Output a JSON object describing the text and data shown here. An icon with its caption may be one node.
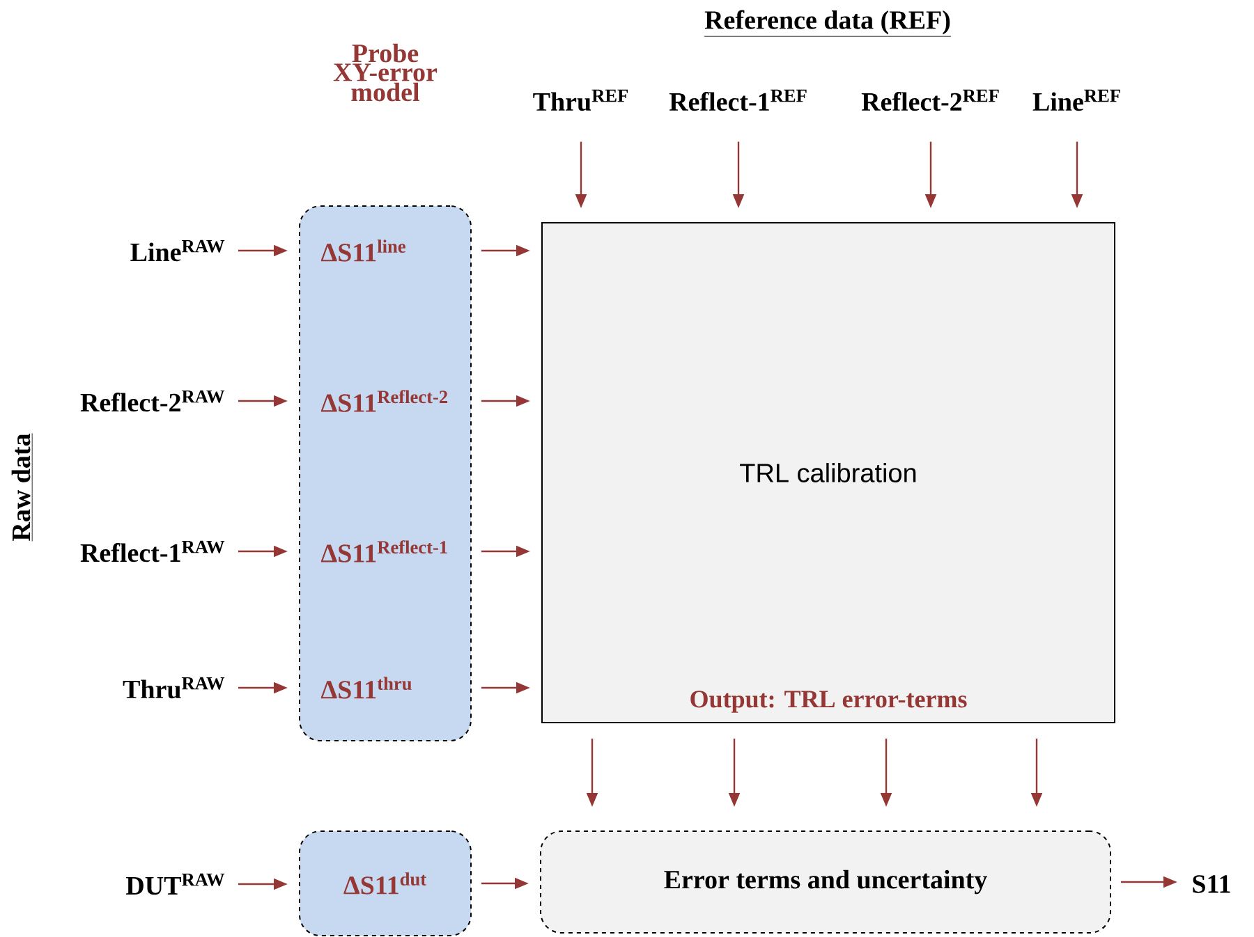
{
  "diagram": {
    "nodes": [
      {
        "text": [
          "Probe XY-error model"
        ]
      },
      {
        "text": [
          "ΔS11$^{dut}$"
        ]
      },
      {
        "text": [
          "Line$^{RAW}$"
        ]
      },
      {
        "text": [
          "Reflect-2$^{RAW}$"
        ]
      },
      {
        "text": [
          "Reflect-1$^{RAW}$"
        ]
      },
      {
        "text": [
          "Thru$^{RAW}$"
        ]
      },
      {
        "text": [
          "DUT$^{RAW}$"
        ]
      },
      {
        "text": [
          "Thru$^{REF}$"
        ]
      },
      {
        "text": [
          "Reflect-1$^{REF}$"
        ]
      },
      {
        "text": [
          "Reflect-2$^{REF}$"
        ]
      },
      {
        "text": [
          "Line$^{REF}$"
        ]
      },
      {
        "text": [
          "TRL calibration",
          "Output: TRL error-terms"
        ]
      },
      {
        "text": [
          "Error terms and uncertainty"
        ]
      },
      {
        "text": [
          "S11"
        ]
      }
    ],
    "edges": [
      {
        "from": 2,
        "to": 0,
        "arrow": "to"
      },
      {
        "from": 3,
        "to": 0,
        "arrow": "to"
      },
      {
        "from": 4,
        "to": 0,
        "arrow": "to"
      },
      {
        "from": 5,
        "to": 0,
        "arrow": "to"
      },
      {
        "from": 6,
        "to": 1,
        "arrow": "to"
      },
      {
        "from": 0,
        "to": 11,
        "arrow": "to"
      },
      {
        "from": 0,
        "to": 11,
        "arrow": "to"
      },
      {
        "from": 0,
        "to": 11,
        "arrow": "to"
      },
      {
        "from": 0,
        "to": 11,
        "arrow": "to"
      },
      {
        "from": 1,
        "to": 12,
        "arrow": "to"
      },
      {
        "from": 7,
        "to": 11,
        "arrow": "to"
      },
      {
        "from": 8,
        "to": 11,
        "arrow": "to"
      },
      {
        "from": 9,
        "to": 11,
        "arrow": "to"
      },
      {
        "from": 10,
        "to": 11,
        "arrow": "to"
      },
      {
        "from": 11,
        "to": 12,
        "arrow": "to"
      },
      {
        "from": 11,
        "to": 12,
        "arrow": "to"
      },
      {
        "from": 11,
        "to": 12,
        "arrow": "to"
      },
      {
        "from": 11,
        "to": 12,
        "arrow": "to"
      },
      {
        "from": 12,
        "to": 13,
        "arrow": "to"
      }
    ],
    "labels": [
      "Reference data (REF)",
      "Raw data",
      "ΔS11$^{line}$",
      "ΔS11$^{Reflect-2}$",
      "ΔS11$^{Reflect-1}$",
      "ΔS11$^{thru}$"
    ]
  }
}
